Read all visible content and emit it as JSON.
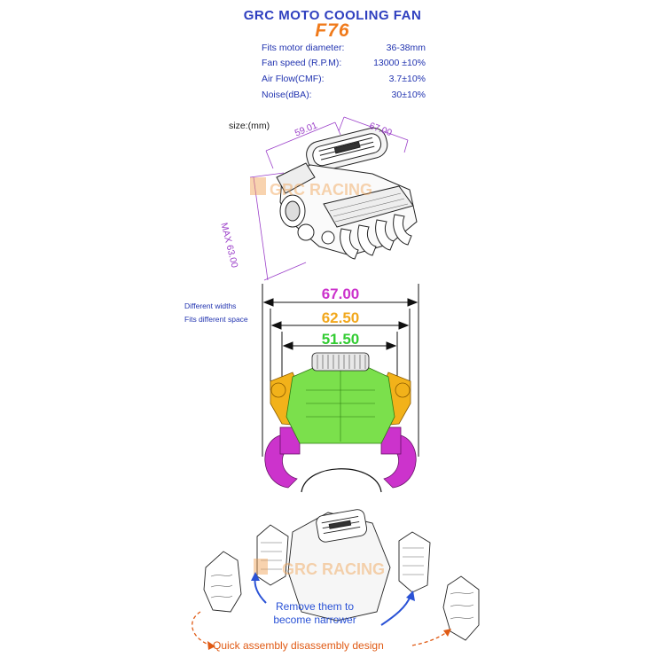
{
  "header": {
    "title": "GRC MOTO COOLING FAN",
    "model": "F76"
  },
  "specs": [
    {
      "label": "Fits motor diameter:",
      "value": "36-38mm"
    },
    {
      "label": "Fan speed (R.P.M):",
      "value": "13000 ±10%"
    },
    {
      "label": "Air  Flow(CMF):",
      "value": "3.7±10%"
    },
    {
      "label": "Noise(dBA):",
      "value": "30±10%"
    }
  ],
  "size_diagram": {
    "label": "size:(mm)",
    "dim_top_left": "59.01",
    "dim_top_right": "67.00",
    "dim_side": "MAX 63.00",
    "watermark": "GRC RACING"
  },
  "width_diagram": {
    "note_line1": "Different widths",
    "note_line2": "Fits different space",
    "dims": [
      {
        "value": "67.00",
        "color": "#cc33cc"
      },
      {
        "value": "62.50",
        "color": "#f2a81d"
      },
      {
        "value": "51.50",
        "color": "#33cc33"
      }
    ]
  },
  "assembly": {
    "remove_note_line1": "Remove them to",
    "remove_note_line2": "become narrower",
    "bottom_note": "Quick assembly disassembly design",
    "watermark": "GRC RACING"
  },
  "colors": {
    "title_blue": "#2e3fbf",
    "model_orange": "#f07a1a",
    "dim_purple": "#9b3fc9",
    "green": "#57d636",
    "yellow": "#f2b21a",
    "magenta": "#cc33cc"
  }
}
